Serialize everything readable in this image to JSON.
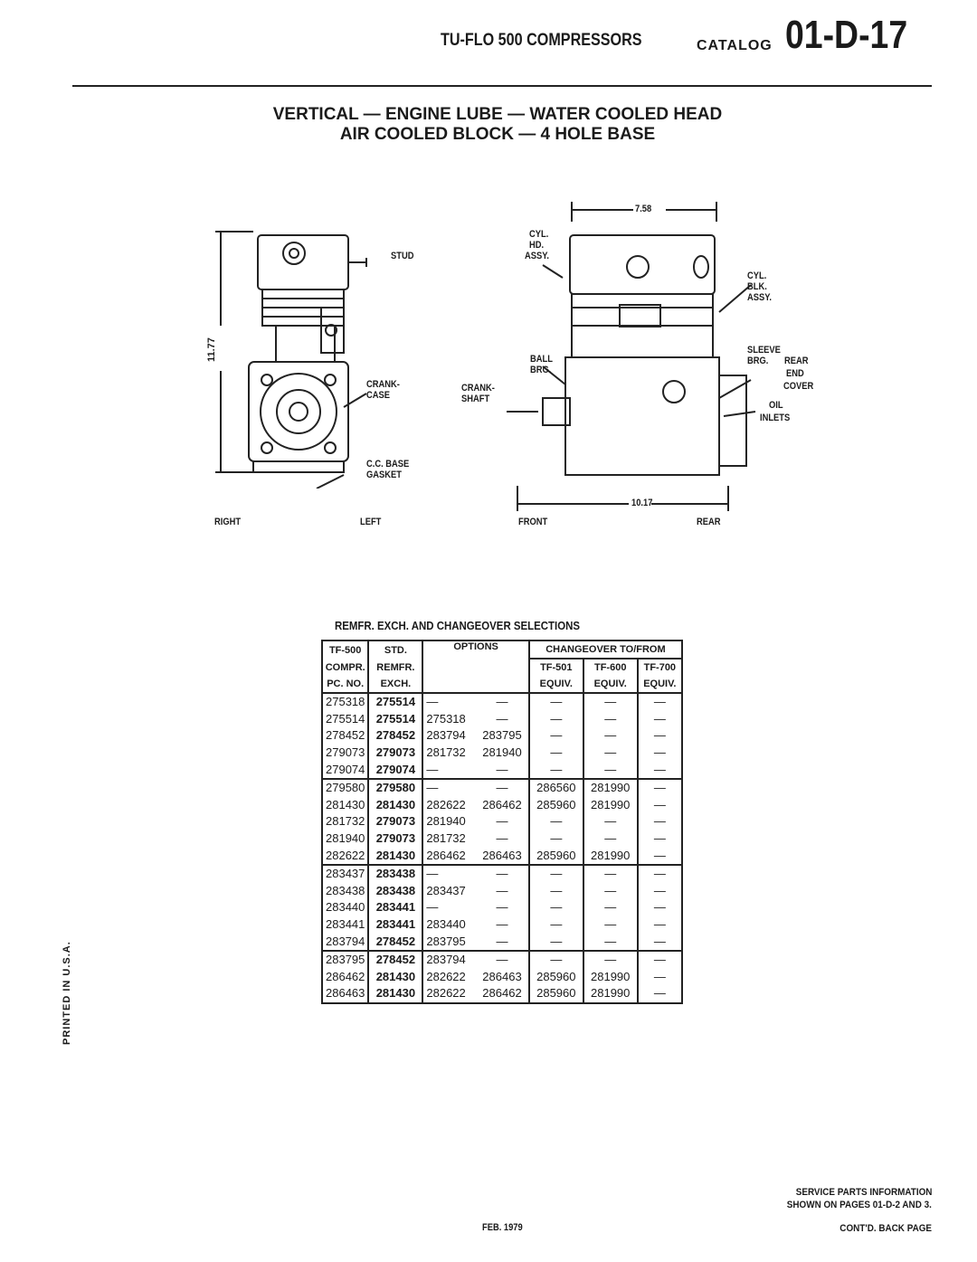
{
  "header": {
    "title": "TU-FLO 500 COMPRESSORS",
    "catalog_label": "CATALOG",
    "catalog_number": "01-D-17"
  },
  "subtitle": [
    "VERTICAL — ENGINE LUBE — WATER COOLED HEAD",
    "AIR COOLED BLOCK — 4 HOLE BASE"
  ],
  "figure_left": {
    "dimension": "11.77",
    "stud": "STUD",
    "crankcase": [
      "CRANK-",
      "CASE"
    ],
    "gasket": [
      "C.C. BASE",
      "GASKET"
    ],
    "view_right": "RIGHT",
    "view_left": "LEFT"
  },
  "figure_right": {
    "dimension_top": "7.58",
    "dimension_bottom": "10.17",
    "cyl_hd": [
      "CYL.",
      "HD.",
      "ASSY."
    ],
    "cyl_blk": [
      "CYL.",
      "BLK.",
      "ASSY."
    ],
    "ball_brg": [
      "BALL",
      "BRG."
    ],
    "crankshaft": [
      "CRANK-",
      "SHAFT"
    ],
    "sleeve_brg": [
      "SLEEVE",
      "BRG."
    ],
    "rear_end_cover": [
      "REAR",
      "END",
      "COVER"
    ],
    "oil_inlets": [
      "OIL",
      "INLETS"
    ],
    "view_front": "FRONT",
    "view_rear": "REAR"
  },
  "table": {
    "title": "REMFR. EXCH. AND CHANGEOVER SELECTIONS",
    "headers": {
      "c1": [
        "TF-500",
        "COMPR.",
        "PC. NO."
      ],
      "c2": [
        "STD.",
        "REMFR.",
        "EXCH."
      ],
      "options": "OPTIONS",
      "changeover": "CHANGEOVER TO/FROM",
      "tf501": [
        "TF-501",
        "EQUIV."
      ],
      "tf600": [
        "TF-600",
        "EQUIV."
      ],
      "tf700": [
        "TF-700",
        "EQUIV."
      ]
    },
    "rows": [
      [
        "275318",
        "275514",
        "—",
        "—",
        "—",
        "—",
        "—"
      ],
      [
        "275514",
        "275514",
        "275318",
        "—",
        "—",
        "—",
        "—"
      ],
      [
        "278452",
        "278452",
        "283794",
        "283795",
        "—",
        "—",
        "—"
      ],
      [
        "279073",
        "279073",
        "281732",
        "281940",
        "—",
        "—",
        "—"
      ],
      [
        "279074",
        "279074",
        "—",
        "—",
        "—",
        "—",
        "—"
      ],
      [
        "279580",
        "279580",
        "—",
        "—",
        "286560",
        "281990",
        "—"
      ],
      [
        "281430",
        "281430",
        "282622",
        "286462",
        "285960",
        "281990",
        "—"
      ],
      [
        "281732",
        "279073",
        "281940",
        "—",
        "—",
        "—",
        "—"
      ],
      [
        "281940",
        "279073",
        "281732",
        "—",
        "—",
        "—",
        "—"
      ],
      [
        "282622",
        "281430",
        "286462",
        "286463",
        "285960",
        "281990",
        "—"
      ],
      [
        "283437",
        "283438",
        "—",
        "—",
        "—",
        "—",
        "—"
      ],
      [
        "283438",
        "283438",
        "283437",
        "—",
        "—",
        "—",
        "—"
      ],
      [
        "283440",
        "283441",
        "—",
        "—",
        "—",
        "—",
        "—"
      ],
      [
        "283441",
        "283441",
        "283440",
        "—",
        "—",
        "—",
        "—"
      ],
      [
        "283794",
        "278452",
        "283795",
        "—",
        "—",
        "—",
        "—"
      ],
      [
        "283795",
        "278452",
        "283794",
        "—",
        "—",
        "—",
        "—"
      ],
      [
        "286462",
        "281430",
        "282622",
        "286463",
        "285960",
        "281990",
        "—"
      ],
      [
        "286463",
        "281430",
        "282622",
        "286462",
        "285960",
        "281990",
        "—"
      ]
    ]
  },
  "side_note": "PRINTED IN U.S.A.",
  "footer": {
    "service_info": [
      "SERVICE PARTS INFORMATION",
      "SHOWN ON PAGES 01-D-2 AND 3."
    ],
    "date": "FEB. 1979",
    "continued": "CONT'D. BACK PAGE"
  }
}
